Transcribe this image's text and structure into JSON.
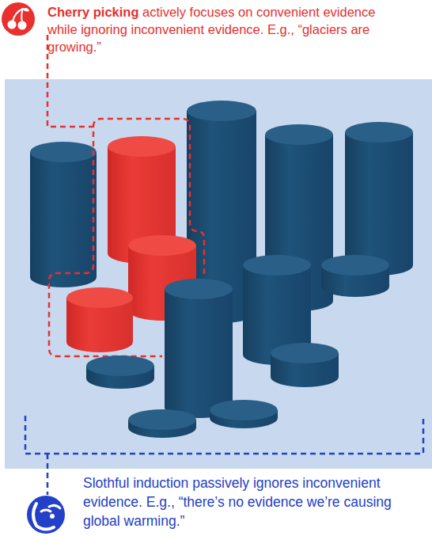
{
  "diagram": {
    "labels": [
      "Cherry picking",
      "actively focuses on convenient evidence while ignoring inconvenient evidence. E.g., “glaciers are growing.”",
      "Slothful induction passively ignores inconvenient evidence. E.g., “there’s no evidence we’re causing global warming.”"
    ]
  }
}
